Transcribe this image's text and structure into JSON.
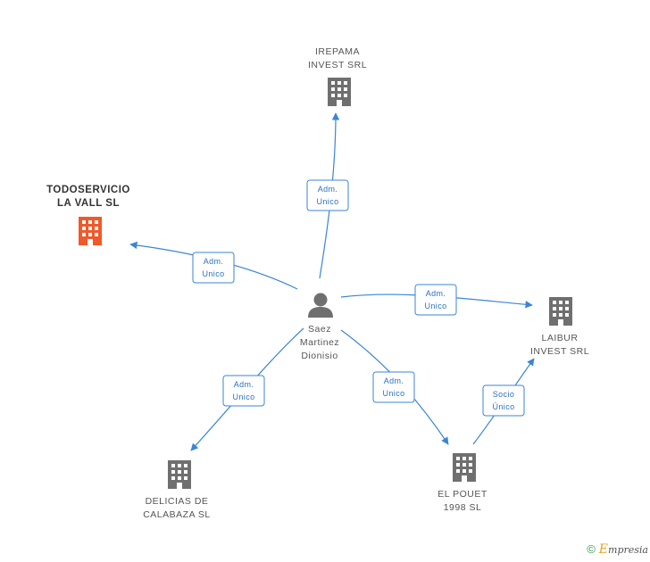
{
  "person": {
    "name_lines": [
      "Saez",
      "Martinez",
      "Dionisio"
    ]
  },
  "companies": {
    "irepama": {
      "name_lines": [
        "IREPAMA",
        "INVEST SRL"
      ]
    },
    "todoservicio": {
      "name_lines": [
        "TODOSERVICIO",
        "LA VALL  SL"
      ]
    },
    "laibur": {
      "name_lines": [
        "LAIBUR",
        "INVEST SRL"
      ]
    },
    "delicias": {
      "name_lines": [
        "DELICIAS DE",
        "CALABAZA SL"
      ]
    },
    "elpouet": {
      "name_lines": [
        "EL POUET",
        "1998 SL"
      ]
    }
  },
  "edges": {
    "irepama": [
      "Adm.",
      "Unico"
    ],
    "todoservicio": [
      "Adm.",
      "Unico"
    ],
    "laibur": [
      "Adm.",
      "Unico"
    ],
    "delicias": [
      "Adm.",
      "Unico"
    ],
    "elpouet": [
      "Adm.",
      "Unico"
    ],
    "elpouet_laibur": [
      "Socio",
      "Único"
    ]
  },
  "colors": {
    "edge": "#3a86d4",
    "building": "#6f6f6f",
    "building_main": "#f0592a",
    "person": "#6f6f6f"
  },
  "footer": {
    "copyright": "©",
    "brand_initial": "E",
    "brand_rest": "mpresia"
  }
}
